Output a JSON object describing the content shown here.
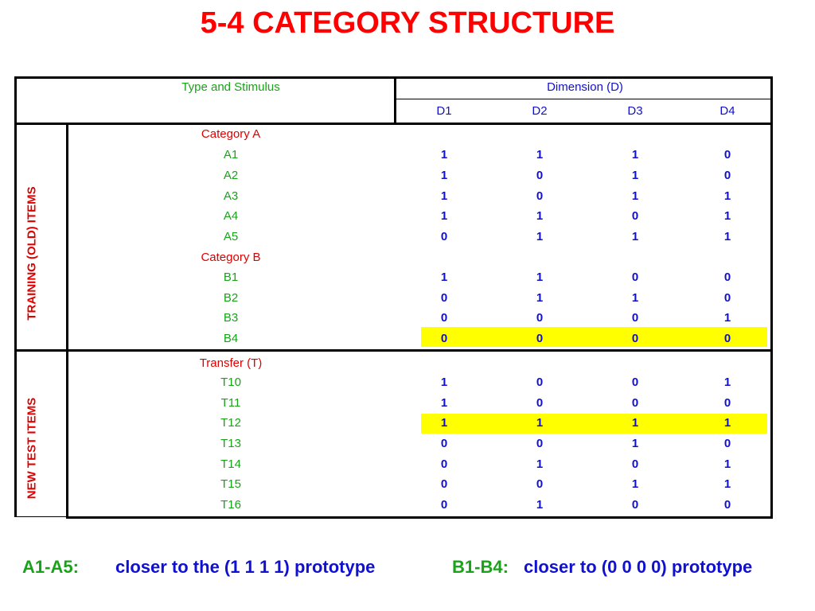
{
  "title": "5-4 CATEGORY STRUCTURE",
  "header": {
    "type_stimulus": "Type and Stimulus",
    "dimension": "Dimension (D)",
    "dims": [
      "D1",
      "D2",
      "D3",
      "D4"
    ]
  },
  "side_labels": {
    "training": "TRAINING (OLD) ITEMS",
    "new_test": "NEW TEST ITEMS"
  },
  "rows": [
    {
      "label": "Category A",
      "kind": "category"
    },
    {
      "label": "A1",
      "kind": "item",
      "values": [
        "1",
        "1",
        "1",
        "0"
      ]
    },
    {
      "label": "A2",
      "kind": "item",
      "values": [
        "1",
        "0",
        "1",
        "0"
      ]
    },
    {
      "label": "A3",
      "kind": "item",
      "values": [
        "1",
        "0",
        "1",
        "1"
      ]
    },
    {
      "label": "A4",
      "kind": "item",
      "values": [
        "1",
        "1",
        "0",
        "1"
      ]
    },
    {
      "label": "A5",
      "kind": "item",
      "values": [
        "0",
        "1",
        "1",
        "1"
      ]
    },
    {
      "label": "Category B",
      "kind": "category"
    },
    {
      "label": "B1",
      "kind": "item",
      "values": [
        "1",
        "1",
        "0",
        "0"
      ]
    },
    {
      "label": "B2",
      "kind": "item",
      "values": [
        "0",
        "1",
        "1",
        "0"
      ]
    },
    {
      "label": "B3",
      "kind": "item",
      "values": [
        "0",
        "0",
        "0",
        "1"
      ]
    },
    {
      "label": "B4",
      "kind": "item",
      "values": [
        "0",
        "0",
        "0",
        "0"
      ],
      "highlight": true
    },
    {
      "label": "Transfer (T)",
      "kind": "category"
    },
    {
      "label": "T10",
      "kind": "item",
      "values": [
        "1",
        "0",
        "0",
        "1"
      ]
    },
    {
      "label": "T11",
      "kind": "item",
      "values": [
        "1",
        "0",
        "0",
        "0"
      ]
    },
    {
      "label": "T12",
      "kind": "item",
      "values": [
        "1",
        "1",
        "1",
        "1"
      ],
      "highlight": true
    },
    {
      "label": "T13",
      "kind": "item",
      "values": [
        "0",
        "0",
        "1",
        "0"
      ]
    },
    {
      "label": "T14",
      "kind": "item",
      "values": [
        "0",
        "1",
        "0",
        "1"
      ]
    },
    {
      "label": "T15",
      "kind": "item",
      "values": [
        "0",
        "0",
        "1",
        "1"
      ]
    },
    {
      "label": "T16",
      "kind": "item",
      "values": [
        "0",
        "1",
        "0",
        "0"
      ]
    }
  ],
  "footer": {
    "a_label": "A1-A5:",
    "a_text": "closer to the (1 1 1 1) prototype",
    "b_label": "B1-B4:",
    "b_text": "closer to (0 0 0 0) prototype"
  },
  "colors": {
    "title": "#ff0000",
    "label_green": "#19a319",
    "value_blue": "#1010d0",
    "category_red": "#e00000",
    "highlight": "#ffff00"
  }
}
